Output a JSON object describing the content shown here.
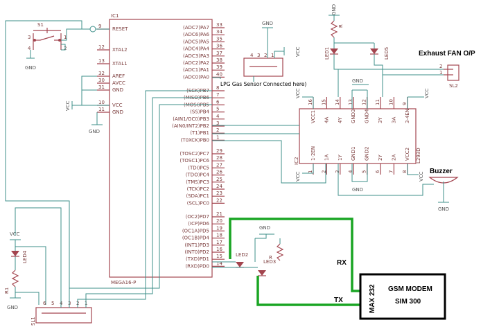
{
  "mcu": {
    "ref": "IC1",
    "part": "MEGA16-P",
    "left_pins": [
      {
        "num": "9",
        "name": "RESET"
      },
      {
        "num": "12",
        "name": "XTAL2"
      },
      {
        "num": "13",
        "name": "XTAL1"
      },
      {
        "num": "32",
        "name": "AREF"
      },
      {
        "num": "30",
        "name": "AVCC"
      },
      {
        "num": "31",
        "name": "GND"
      },
      {
        "num": "10",
        "name": "VCC"
      },
      {
        "num": "11",
        "name": "GND"
      }
    ],
    "right_pins": [
      {
        "num": "33",
        "name": "(ADC7)PA7"
      },
      {
        "num": "34",
        "name": "(ADC6)PA6"
      },
      {
        "num": "35",
        "name": "(ADC5)PA5"
      },
      {
        "num": "36",
        "name": "(ADC4)PA4"
      },
      {
        "num": "37",
        "name": "(ADC3)PA3"
      },
      {
        "num": "38",
        "name": "(ADC2)PA2"
      },
      {
        "num": "39",
        "name": "(ADC1)PA1"
      },
      {
        "num": "40",
        "name": "(ADC0)PA0"
      },
      {
        "num": "8",
        "name": "(SCK)PB7"
      },
      {
        "num": "7",
        "name": "(MISO)PB6"
      },
      {
        "num": "6",
        "name": "(MOSI)PB5"
      },
      {
        "num": "5",
        "name": "(SS)PB4"
      },
      {
        "num": "4",
        "name": "(AIN1/OC0)PB3"
      },
      {
        "num": "3",
        "name": "(AIN0/INT2)PB2"
      },
      {
        "num": "2",
        "name": "(T1)PB1"
      },
      {
        "num": "1",
        "name": "(T0XCK)PB0"
      },
      {
        "num": "29",
        "name": "(TOSC2)PC7"
      },
      {
        "num": "28",
        "name": "(TOSC1)PC6"
      },
      {
        "num": "27",
        "name": "(TDI)PC5"
      },
      {
        "num": "26",
        "name": "(TDO)PC4"
      },
      {
        "num": "25",
        "name": "(TMS)PC3"
      },
      {
        "num": "24",
        "name": "(TCK)PC2"
      },
      {
        "num": "23",
        "name": "(SDA)PC1"
      },
      {
        "num": "22",
        "name": "(SCL)PC0"
      },
      {
        "num": "21",
        "name": "(OC2)PD7"
      },
      {
        "num": "20",
        "name": "(ICP)PD6"
      },
      {
        "num": "19",
        "name": "(OC1A)PD5"
      },
      {
        "num": "18",
        "name": "(OC1B)PD4"
      },
      {
        "num": "17",
        "name": "(INT1)PD3"
      },
      {
        "num": "16",
        "name": "(INT0)PD2"
      },
      {
        "num": "15",
        "name": "(TXD)PD1"
      },
      {
        "num": "14",
        "name": "(RXD)PD0"
      }
    ]
  },
  "driver": {
    "ref": "IC2",
    "part": "L293D",
    "top_pins": [
      {
        "num": "16",
        "name": "VCC1"
      },
      {
        "num": "15",
        "name": "4A"
      },
      {
        "num": "14",
        "name": "4Y"
      },
      {
        "num": "13",
        "name": "GND3"
      },
      {
        "num": "12",
        "name": "GND4"
      },
      {
        "num": "11",
        "name": "3Y"
      },
      {
        "num": "10",
        "name": "3A"
      },
      {
        "num": "9",
        "name": "3-4EN"
      }
    ],
    "bottom_pins": [
      {
        "num": "1",
        "name": "1-2EN"
      },
      {
        "num": "2",
        "name": "1A"
      },
      {
        "num": "3",
        "name": "1Y"
      },
      {
        "num": "4",
        "name": "GND1"
      },
      {
        "num": "5",
        "name": "GND2"
      },
      {
        "num": "6",
        "name": "2Y"
      },
      {
        "num": "7",
        "name": "2A"
      },
      {
        "num": "8",
        "name": "VCC2"
      }
    ]
  },
  "labels": {
    "vcc": "VCC",
    "gnd": "GND",
    "s1": "S1",
    "s1_pins": [
      "3",
      "4",
      "1",
      "2"
    ],
    "r": "R",
    "r1": "R1",
    "led1": "LED1",
    "led2": "LED2",
    "led3": "LED3",
    "led4": "LED4",
    "led5": "LED5",
    "sl1": "SL1",
    "sl1_pins": [
      "6",
      "5",
      "4",
      "3",
      "2",
      "1"
    ],
    "sl2": "SL2",
    "sl2_pins": [
      "2",
      "1"
    ],
    "sensor_pins": [
      "4",
      "3",
      "2",
      "1"
    ],
    "gas_sensor": "LPG Gas Sensor Connected here)",
    "exhaust": "Exhaust FAN O/P",
    "buzzer": "Buzzer",
    "rx": "RX",
    "tx": "TX",
    "max": "MAX 232",
    "gsm_title": "GSM MODEM",
    "gsm_model": "SIM 300"
  }
}
